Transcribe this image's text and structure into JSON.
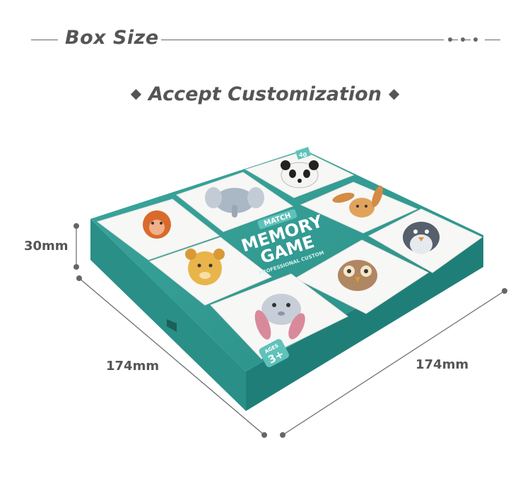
{
  "header": {
    "title": "Box Size",
    "subtitle": "Accept Customization",
    "diamond_glyph": "◆"
  },
  "dimensions": {
    "height": "30mm",
    "depth": "174mm",
    "width": "174mm"
  },
  "box": {
    "badge_top": "MATCH",
    "title_line1": "MEMORY",
    "title_line2": "GAME",
    "tagline": "PROFESSIONAL CUSTOM",
    "count": "40",
    "age_caption": "AGES",
    "age_value": "3+",
    "colors": {
      "teal": "#2f9a92",
      "teal_dark": "#237a73",
      "teal_side": "#1f8a82",
      "card": "#f7f7f5"
    },
    "cards": [
      "orangutan-card",
      "elephant-card",
      "panda-card",
      "lion-cub-card",
      "fawn-card",
      "penguin-card",
      "owl-card",
      "bunny-card"
    ]
  }
}
